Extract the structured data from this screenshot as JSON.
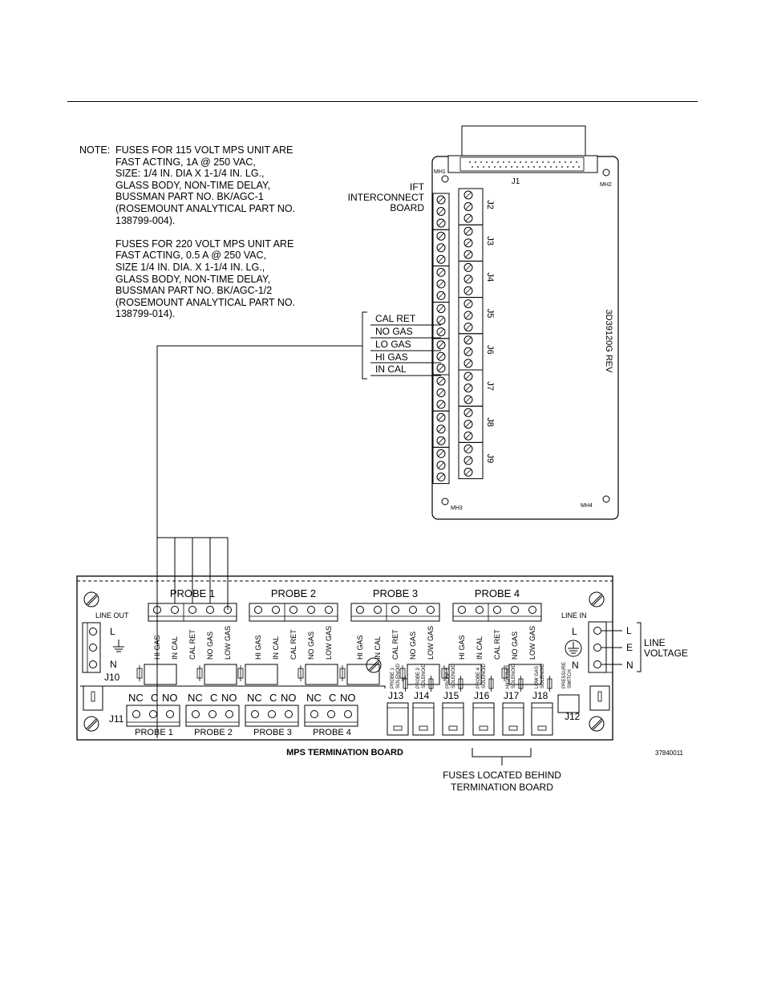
{
  "note": {
    "label": "NOTE:",
    "paragraph_1": [
      "FUSES FOR 115 VOLT MPS UNIT ARE",
      "FAST ACTING, 1A @ 250 VAC,",
      "SIZE: 1/4 IN. DIA X 1-1/4 IN. LG.,",
      "GLASS BODY, NON-TIME DELAY,",
      "BUSSMAN PART NO. BK/AGC-1",
      "(ROSEMOUNT ANALYTICAL  PART NO.",
      "138799-004)."
    ],
    "paragraph_2": [
      "FUSES FOR 220 VOLT MPS UNIT ARE",
      "FAST ACTING, 0.5 A @ 250 VAC,",
      "SIZE 1/4 IN. DIA. X 1-1/4 IN. LG.,",
      "GLASS BODY, NON-TIME DELAY,",
      "BUSSMAN PART NO. BK/AGC-1/2",
      "(ROSEMOUNT ANALYTICAL PART NO.",
      "138799-014)."
    ]
  },
  "ift_board": {
    "title_lines": [
      "IFT",
      "INTERCONNECT",
      "BOARD"
    ],
    "top_connector": "J1",
    "mounting_holes": [
      "MH1",
      "MH2",
      "MH3",
      "MH4"
    ],
    "terminal_blocks": [
      "J2",
      "J3",
      "J4",
      "J5",
      "J6",
      "J7",
      "J8",
      "J9"
    ],
    "part_number": "3D39120G REV",
    "signals": [
      "CAL  RET",
      "NO  GAS",
      "LO  GAS",
      "HI  GAS",
      "IN  CAL"
    ]
  },
  "mps_board": {
    "title": "MPS  TERMINATION  BOARD",
    "drawing_number": "37840011",
    "probes": [
      "PROBE 1",
      "PROBE 2",
      "PROBE 3",
      "PROBE 4"
    ],
    "probe_terminals": [
      "HI  GAS",
      "IN  CAL",
      "CAL RET",
      "NO  GAS",
      "LOW  GAS"
    ],
    "line_out": {
      "label": "LINE  OUT",
      "terms": [
        "L",
        "N"
      ],
      "connector": "J10"
    },
    "line_in": {
      "label": "LINE  IN",
      "terms": [
        "L",
        "N"
      ],
      "connector": "J12"
    },
    "relay_connector": "J11",
    "relay_terms": [
      "NC",
      "C",
      "NO"
    ],
    "solenoid_connectors": [
      "J13",
      "J14",
      "J15",
      "J16",
      "J17",
      "J18"
    ],
    "solenoid_labels": [
      [
        "PROBE 1",
        "SOLENOID"
      ],
      [
        "PROBE 2",
        "SOLENOID"
      ],
      [
        "PROBE 3",
        "SOLENOID"
      ],
      [
        "PROBE 4",
        "SOLENOID"
      ],
      [
        "HIGH GAS",
        "SOLENOID"
      ],
      [
        "LOW GAS",
        "SOLENOID"
      ],
      [
        "PRESSURE",
        "SWITCH"
      ]
    ],
    "line_voltage": {
      "terms": [
        "L",
        "E",
        "N"
      ],
      "label_lines": [
        "LINE",
        "VOLTAGE"
      ]
    },
    "fuse_note_lines": [
      "FUSES LOCATED BEHIND",
      "TERMINATION BOARD"
    ]
  }
}
